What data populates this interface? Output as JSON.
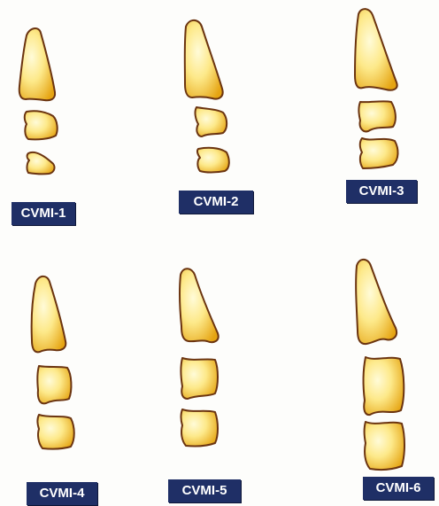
{
  "stages": [
    {
      "label": "CVMI-1"
    },
    {
      "label": "CVMI-2"
    },
    {
      "label": "CVMI-3"
    },
    {
      "label": "CVMI-4"
    },
    {
      "label": "CVMI-5"
    },
    {
      "label": "CVMI-6"
    }
  ],
  "colors": {
    "vertebra_fill_light": "#fff6b8",
    "vertebra_fill_dark": "#e8a815",
    "vertebra_outline": "#6b3410",
    "label_bg": "#1f2f66",
    "label_text": "#ffffff"
  }
}
